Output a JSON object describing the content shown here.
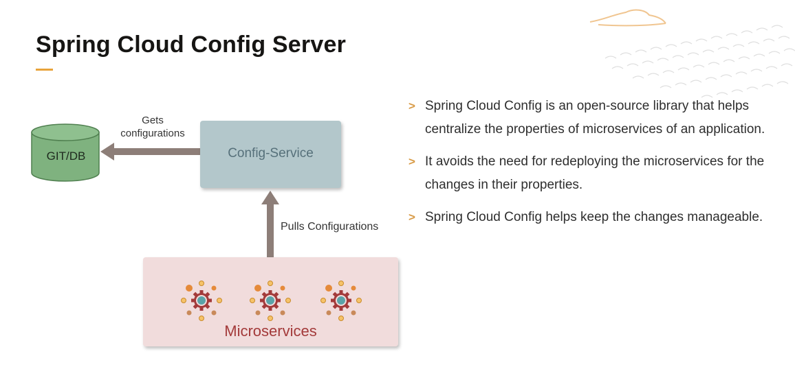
{
  "slide": {
    "title": "Spring Cloud Config Server",
    "accent_color": "#e8a33a"
  },
  "diagram": {
    "database": {
      "label": "GIT/DB",
      "color": "#7fb27f"
    },
    "gets_label": "Gets configurations",
    "config_service": {
      "label": "Config-Service",
      "color": "#b3c7cb"
    },
    "pulls_label": "Pulls Configurations",
    "microservices": {
      "label": "Microservices",
      "color": "#f1dcdc",
      "icon": "gear-cluster-icon",
      "icon_count": 3
    }
  },
  "bullets": [
    {
      "marker": ">",
      "text": "Spring Cloud Config is an open-source library that helps centralize the properties of microservices of an application."
    },
    {
      "marker": ">",
      "text": "It avoids the need for redeploying the microservices for the changes in their properties."
    },
    {
      "marker": ">",
      "text": "Spring Cloud Config helps keep the changes manageable."
    }
  ]
}
